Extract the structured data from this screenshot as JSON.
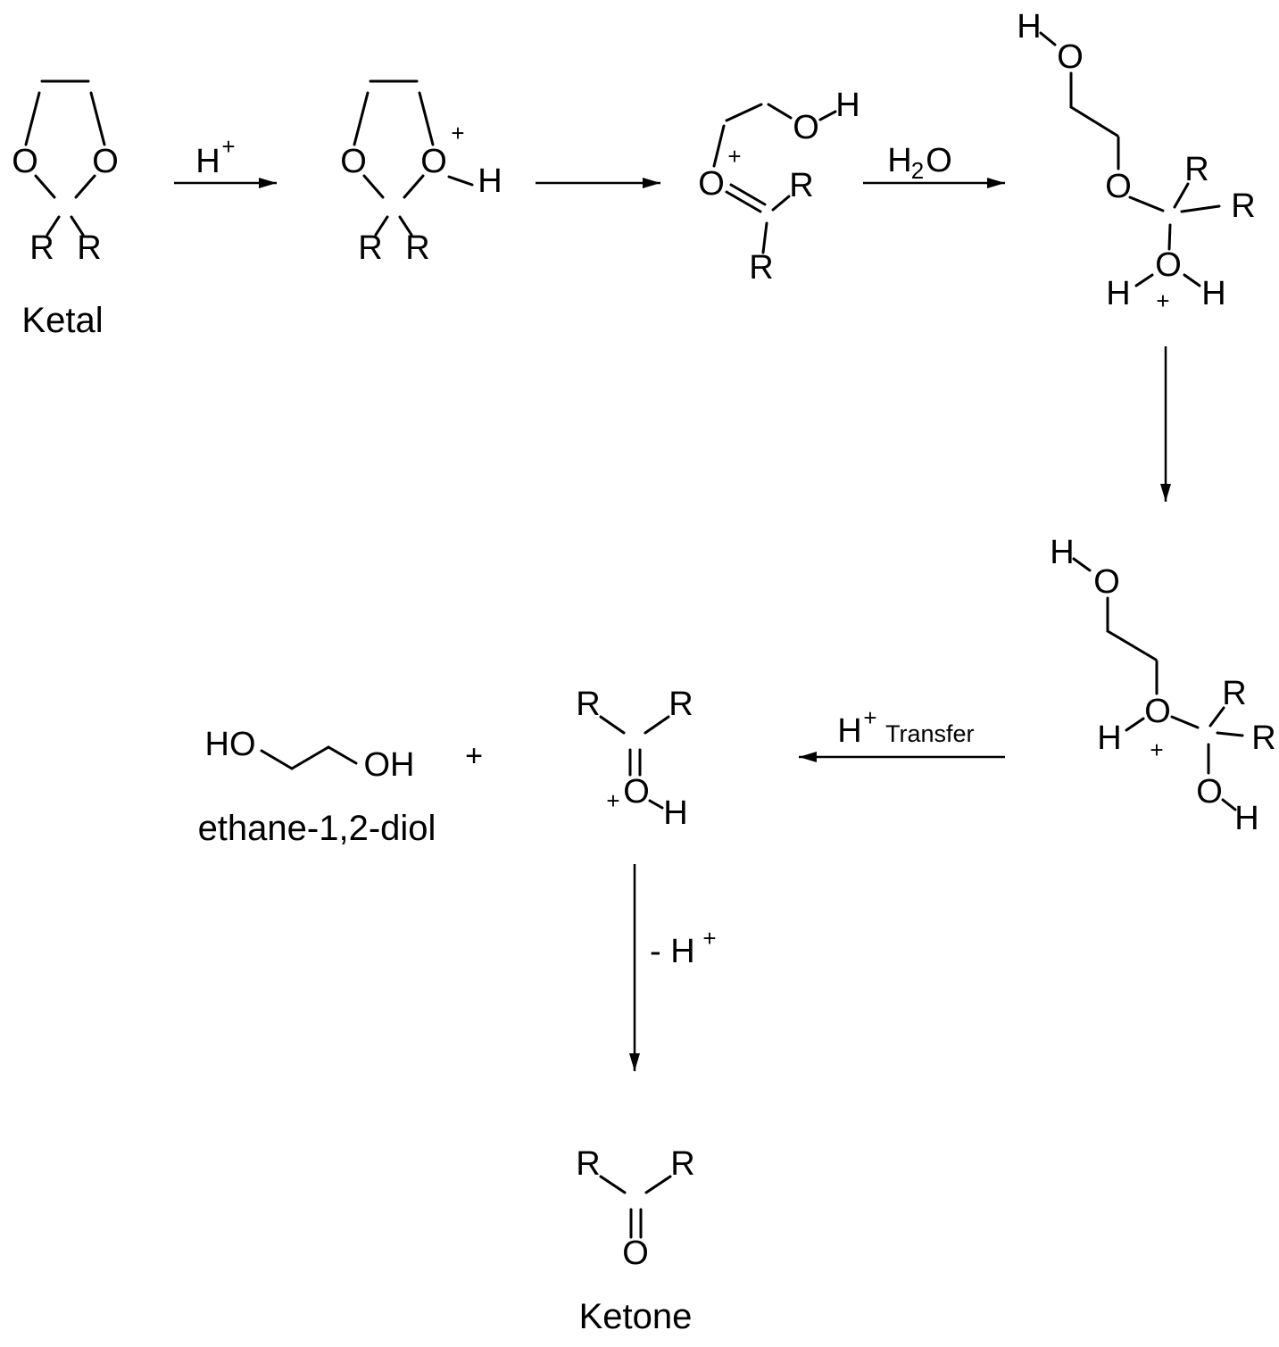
{
  "colors": {
    "background": "#ffffff",
    "ink": "#000000"
  },
  "atoms": {
    "oxygen": "O",
    "hydrogen": "H",
    "r_group": "R",
    "plus_charge": "+",
    "hydroxyl_ho": "HO",
    "hydroxyl_oh": "OH"
  },
  "captions": {
    "ketal": "Ketal",
    "diol": "ethane-1,2-diol",
    "ketone": "Ketone"
  },
  "arrows": {
    "protonation": {
      "base": "H",
      "sup": "+"
    },
    "hydration": {
      "h": "H",
      "sub": "2",
      "o": "O"
    },
    "proton_transfer": {
      "base": "H",
      "sup": "+",
      "word": "Transfer"
    },
    "deprotonation": {
      "base": "- H",
      "sup": "+"
    }
  },
  "plus_separator": "+"
}
